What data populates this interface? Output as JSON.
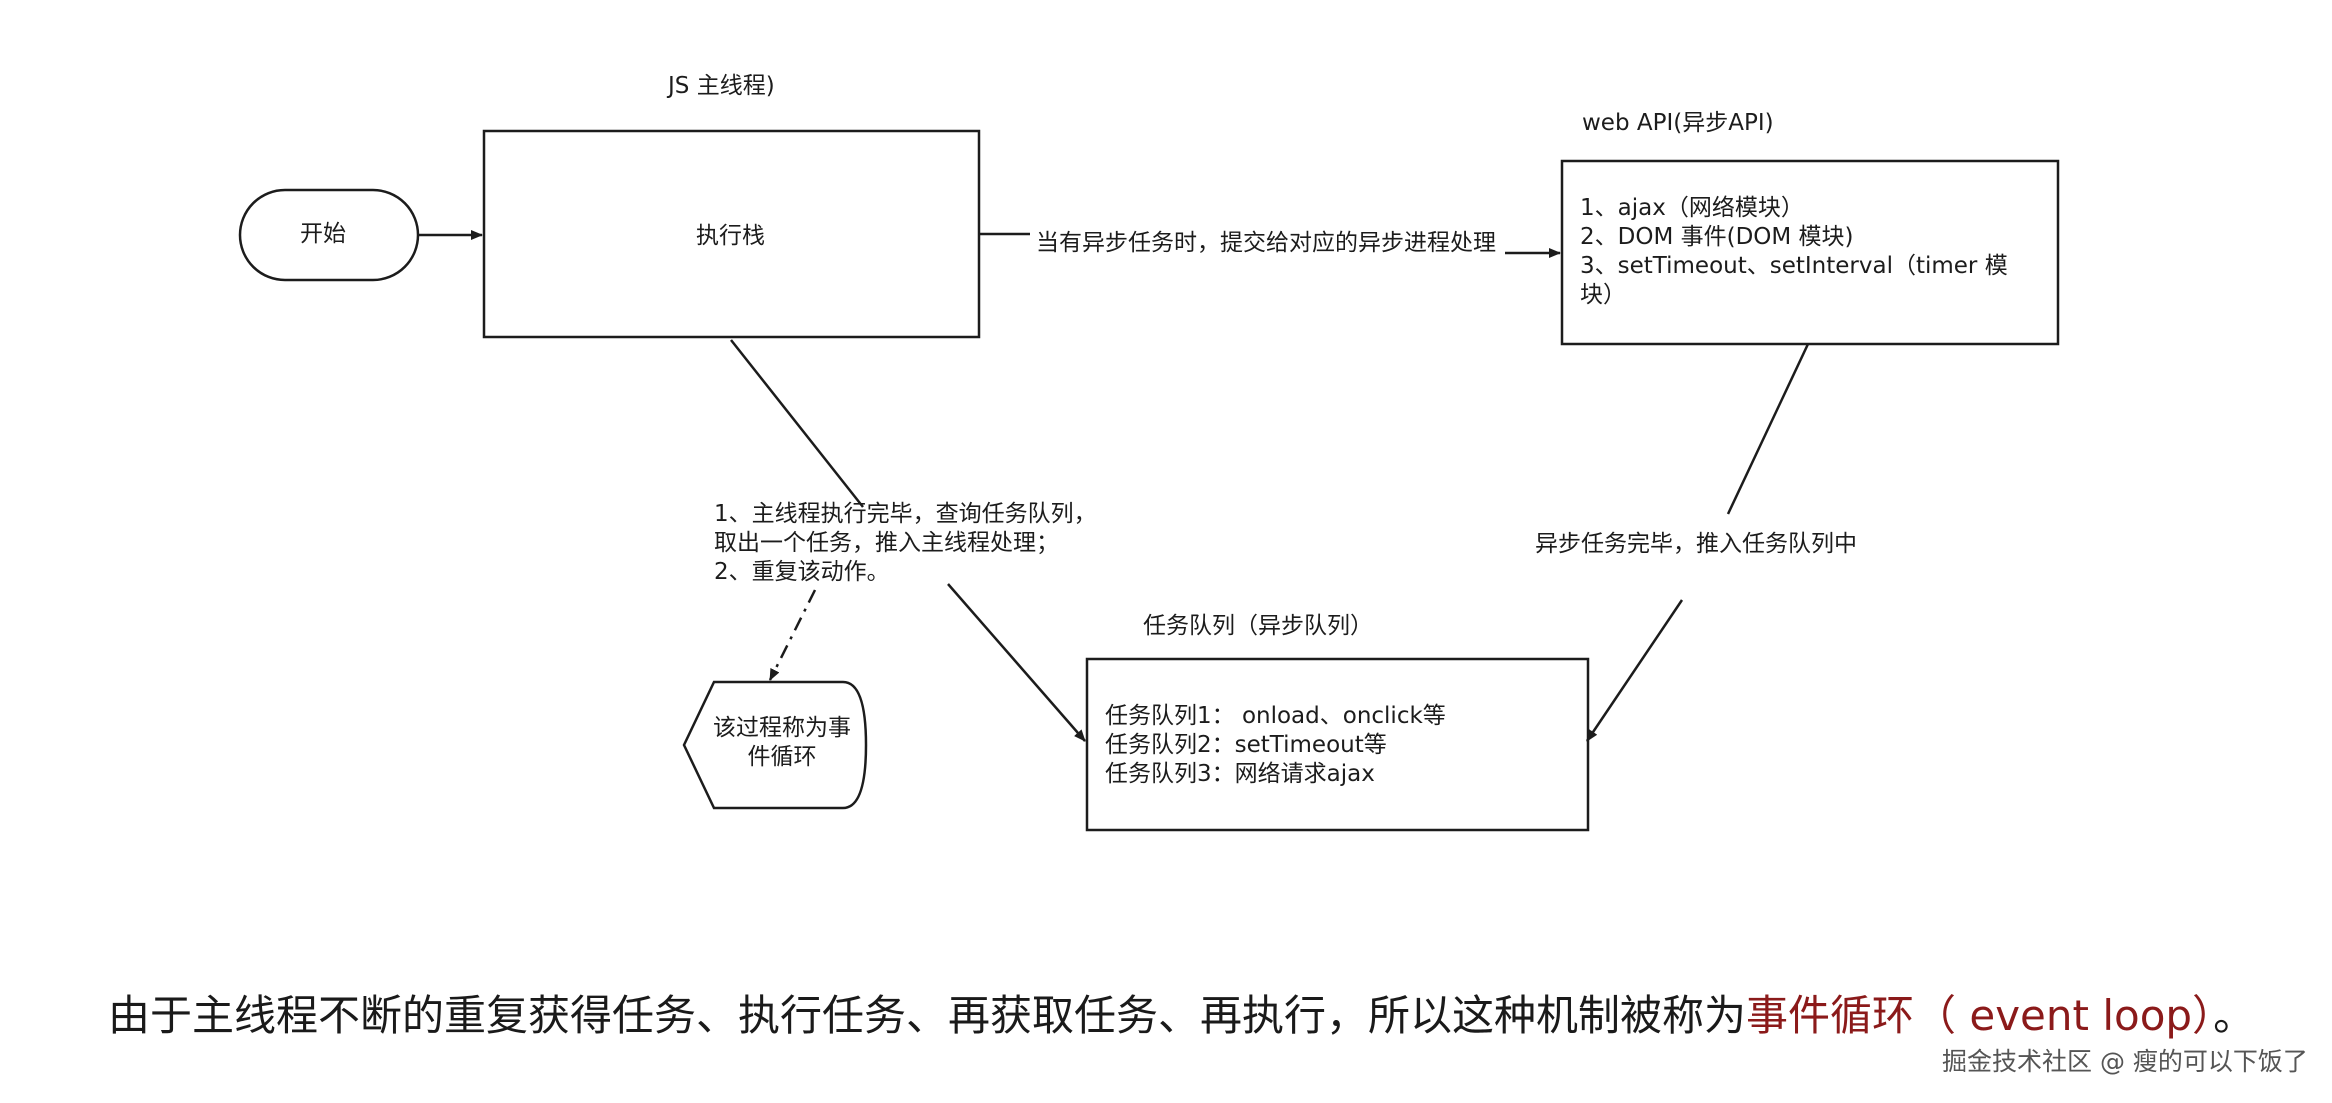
{
  "nodes": {
    "start": "开始",
    "js_main_thread_title": "JS 主线程)",
    "exec_stack": "执行栈",
    "webapi_title": "web API(异步API)",
    "webapi_lines": [
      "1、ajax（网络模块）",
      "2、DOM 事件(DOM 模块)",
      "3、setTimeout、setInterval（timer 模",
      "块）"
    ],
    "task_queue_title": "任务队列（异步队列）",
    "task_queue_lines": [
      "任务队列1： onload、onclick等",
      "任务队列2：setTimeout等",
      "任务队列3：网络请求ajax"
    ],
    "event_loop_shape": [
      "该过程称为事",
      "件循环"
    ]
  },
  "edges": {
    "stack_to_webapi": "当有异步任务时，提交给对应的异步进程处理",
    "webapi_to_queue": "异步任务完毕，推入任务队列中",
    "loop_note": [
      "1、主线程执行完毕，查询任务队列，",
      "取出一个任务，推入主线程处理；",
      "2、重复该动作。"
    ]
  },
  "caption": {
    "main": "由于主线程不断的重复获得任务、执行任务、再获取任务、再执行，所以这种机制被称为",
    "highlight": "事件循环（ event loop）",
    "end": "。"
  },
  "watermark": "掘金技术社区 @ 瘦的可以下饭了",
  "colors": {
    "line": "#1c1c1c",
    "highlight": "#8b1a1a"
  }
}
